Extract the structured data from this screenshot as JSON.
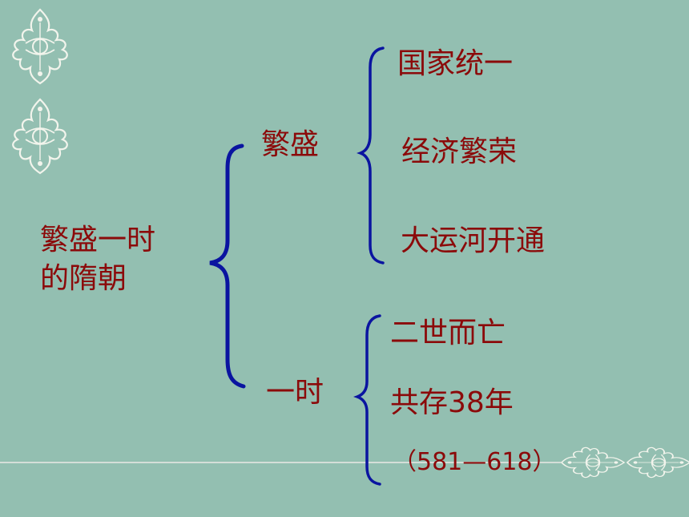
{
  "colors": {
    "background": "#93BFB1",
    "text": "#8B0A0A",
    "brace": "#0A14A0",
    "ornament": "#F2F4EC",
    "divider": "#D4DED8"
  },
  "ornaments": [
    "ornament-flourish-icon",
    "ornament-flourish-icon",
    "ornament-flourish-icon",
    "ornament-flourish-icon"
  ],
  "title": {
    "line1": "繁盛一时",
    "line2": "的隋朝"
  },
  "branches": [
    {
      "label": "繁盛",
      "items": [
        "国家统一",
        "经济繁荣",
        "大运河开通"
      ]
    },
    {
      "label": "一时",
      "items": [
        "二世而亡",
        "共存38年",
        "（581—618）"
      ]
    }
  ]
}
